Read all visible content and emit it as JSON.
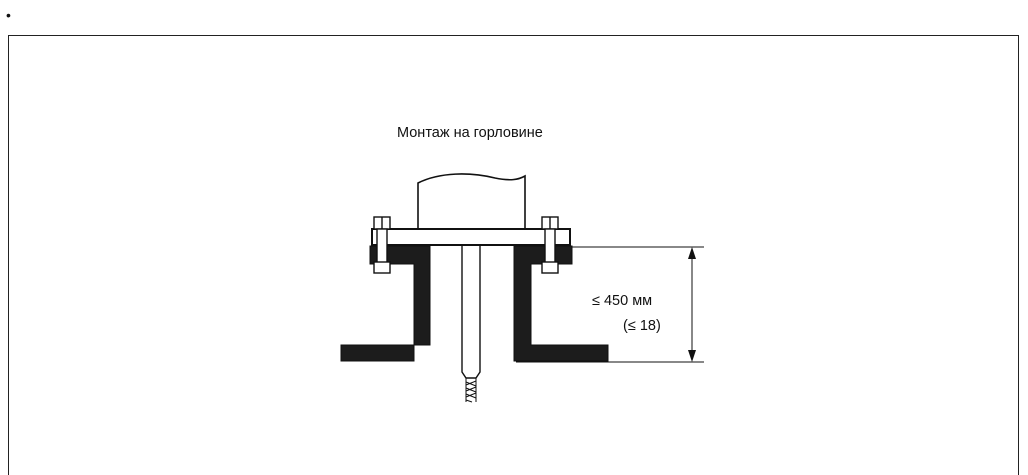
{
  "page": {
    "bullet": "•"
  },
  "diagram": {
    "title": "Монтаж на горловине",
    "dimension_metric": "≤ 450 мм",
    "dimension_imperial": "(≤ 18)"
  },
  "colors": {
    "ink": "#111111",
    "fill_dark": "#1c1c1c",
    "line": "#222222",
    "background": "#ffffff"
  }
}
